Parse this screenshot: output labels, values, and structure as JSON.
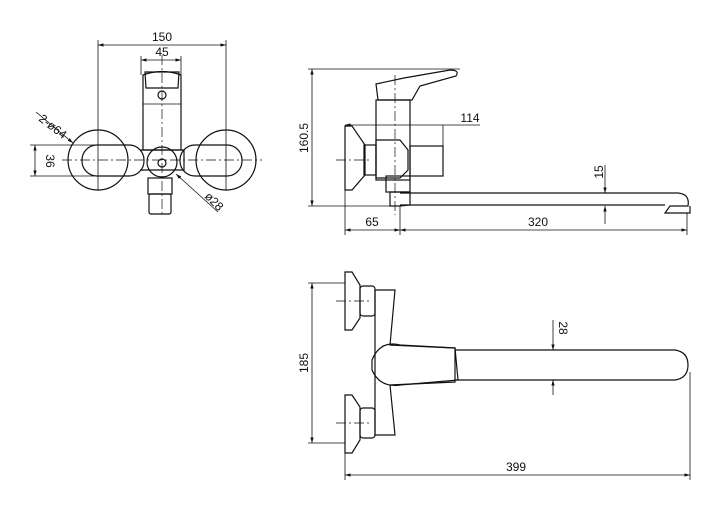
{
  "views": {
    "front": {
      "dimensions": {
        "overall_width": "150",
        "body_width": "45",
        "flange_diameter": "2-ø64",
        "handle_height": "36",
        "knob_diameter": "ø28"
      }
    },
    "side": {
      "dimensions": {
        "height": "160.5",
        "depth": "114",
        "spout_clearance": "15",
        "wall_offset": "65",
        "spout_length": "320"
      }
    },
    "top": {
      "dimensions": {
        "inlet_spacing": "185",
        "spout_width": "28",
        "total_length": "399"
      }
    }
  },
  "colors": {
    "line": "#111111",
    "background": "#ffffff"
  }
}
